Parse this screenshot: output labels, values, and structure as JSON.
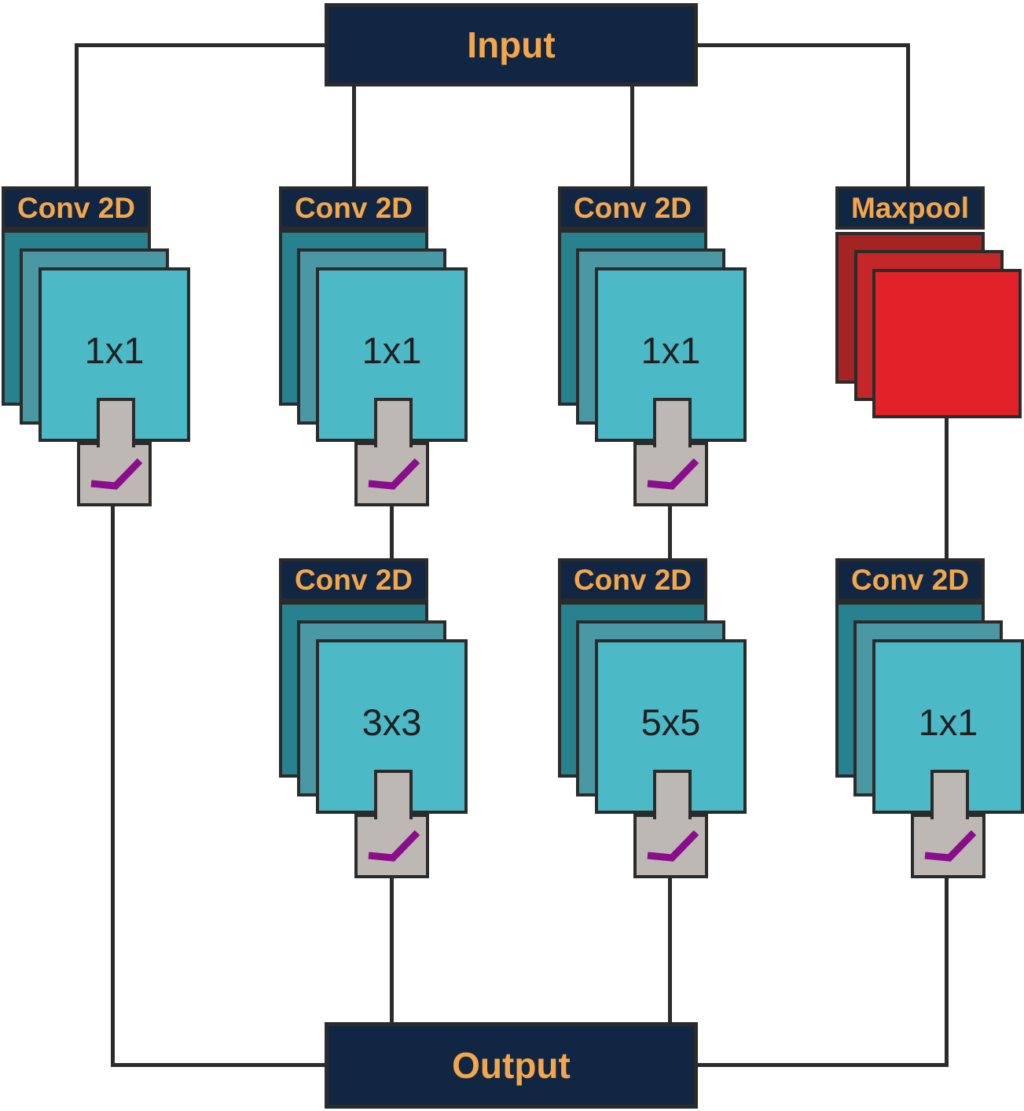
{
  "diagram": {
    "type": "inception-module-architecture",
    "input_label": "Input",
    "output_label": "Output",
    "blocks": [
      {
        "id": "branch1-conv",
        "row": 1,
        "title": "Conv 2D",
        "kernel": "1x1",
        "activation": "relu"
      },
      {
        "id": "branch2-conv1",
        "row": 1,
        "title": "Conv 2D",
        "kernel": "1x1",
        "activation": "relu"
      },
      {
        "id": "branch3-conv1",
        "row": 1,
        "title": "Conv 2D",
        "kernel": "1x1",
        "activation": "relu"
      },
      {
        "id": "branch4-maxpool",
        "row": 1,
        "title": "Maxpool",
        "kernel": "",
        "activation": ""
      },
      {
        "id": "branch2-conv2",
        "row": 2,
        "title": "Conv 2D",
        "kernel": "3x3",
        "activation": "relu"
      },
      {
        "id": "branch3-conv2",
        "row": 2,
        "title": "Conv 2D",
        "kernel": "5x5",
        "activation": "relu"
      },
      {
        "id": "branch4-conv",
        "row": 2,
        "title": "Conv 2D",
        "kernel": "1x1",
        "activation": "relu"
      }
    ],
    "icons": {
      "relu": "relu-activation-curve-icon"
    },
    "colors": {
      "background": "#ffffff",
      "box_navy": "#112642",
      "label_orange": "#f3a64a",
      "line_dark": "#2b2b2b",
      "conv_back": "#27818e",
      "conv_mid": "#4a98a3",
      "conv_front": "#4bb9c6",
      "maxpool_back": "#a32423",
      "maxpool_mid": "#c52627",
      "maxpool_front": "#e32128",
      "plug_gray": "#bdb8b3",
      "relu_purple": "#8a0d8c",
      "kernel_text": "#1f1f1f"
    }
  }
}
